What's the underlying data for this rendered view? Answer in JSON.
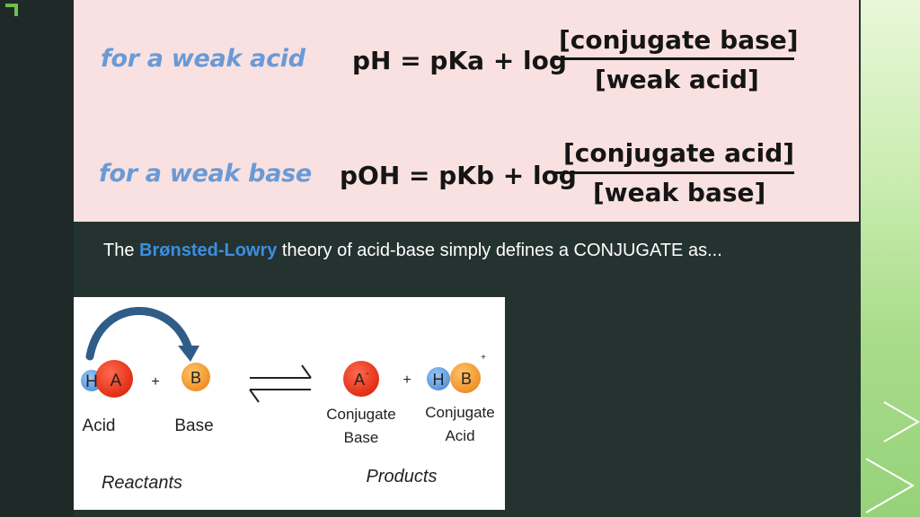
{
  "formula_box": {
    "acid": {
      "label": "for a weak acid",
      "lhs": "pH = pKa + log",
      "numerator": "[conjugate base]",
      "denominator": "[weak acid]"
    },
    "base": {
      "label": "for a weak base",
      "lhs": "pOH = pKb + log",
      "numerator": "[conjugate acid]",
      "denominator": "[weak base]"
    }
  },
  "caption": {
    "prefix": "The ",
    "highlight": "Brønsted-Lowry",
    "suffix": " theory of acid-base simply defines a CONJUGATE as..."
  },
  "diagram": {
    "acid_h": "H",
    "acid_a": "A",
    "plus1": "+",
    "base_b": "B",
    "conj_base_a": "A",
    "conj_base_charge": "-",
    "plus2": "+",
    "conj_acid_h": "H",
    "conj_acid_b": "B",
    "conj_acid_charge": "+",
    "label_acid": "Acid",
    "label_base": "Base",
    "label_conj_base_1": "Conjugate",
    "label_conj_base_2": "Base",
    "label_conj_acid_1": "Conjugate",
    "label_conj_acid_2": "Acid",
    "reactants": "Reactants",
    "products": "Products"
  },
  "colors": {
    "formula_bg": "#f9e1e1",
    "label_blue": "#6a9ad6",
    "highlight_blue": "#3d8ee0",
    "circle_red": "#f03a1e",
    "circle_orange": "#f7a23a",
    "circle_blue": "#6aa6e8",
    "arrow_blue": "#2f5d88"
  }
}
